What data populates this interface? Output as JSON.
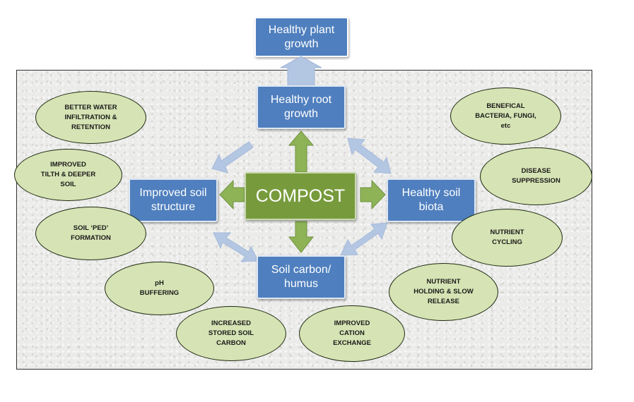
{
  "top_box": "Healthy plant\ngrowth",
  "center": "COMPOST",
  "boxes": {
    "root": "Healthy root\ngrowth",
    "structure": "Improved soil\nstructure",
    "biota": "Healthy soil\nbiota",
    "carbon": "Soil carbon/\nhumus"
  },
  "left_benefits": [
    "BETTER WATER\nINFILTRATION &\nRETENTION",
    "IMPROVED\nTILTH & DEEPER\nSOIL",
    "SOIL ‘PED’\nFORMATION",
    "pH\nBUFFERING",
    "INCREASED\nSTORED SOIL\nCARBON"
  ],
  "right_benefits": [
    "BENEFICAL\nBACTERIA, FUNGI,\netc",
    "DISEASE\nSUPPRESSION",
    "NUTRIENT\nCYCLING",
    "NUTRIENT\nHOLDING & SLOW\nRELEASE",
    "IMPROVED\nCATION\nEXCHANGE"
  ],
  "colors": {
    "blue_box": "#4f7fbe",
    "green_box": "#779b3c",
    "ellipse_fill": "#d6e3b4",
    "light_arrow": "#b3c6e2",
    "green_arrow": "#8db356"
  }
}
